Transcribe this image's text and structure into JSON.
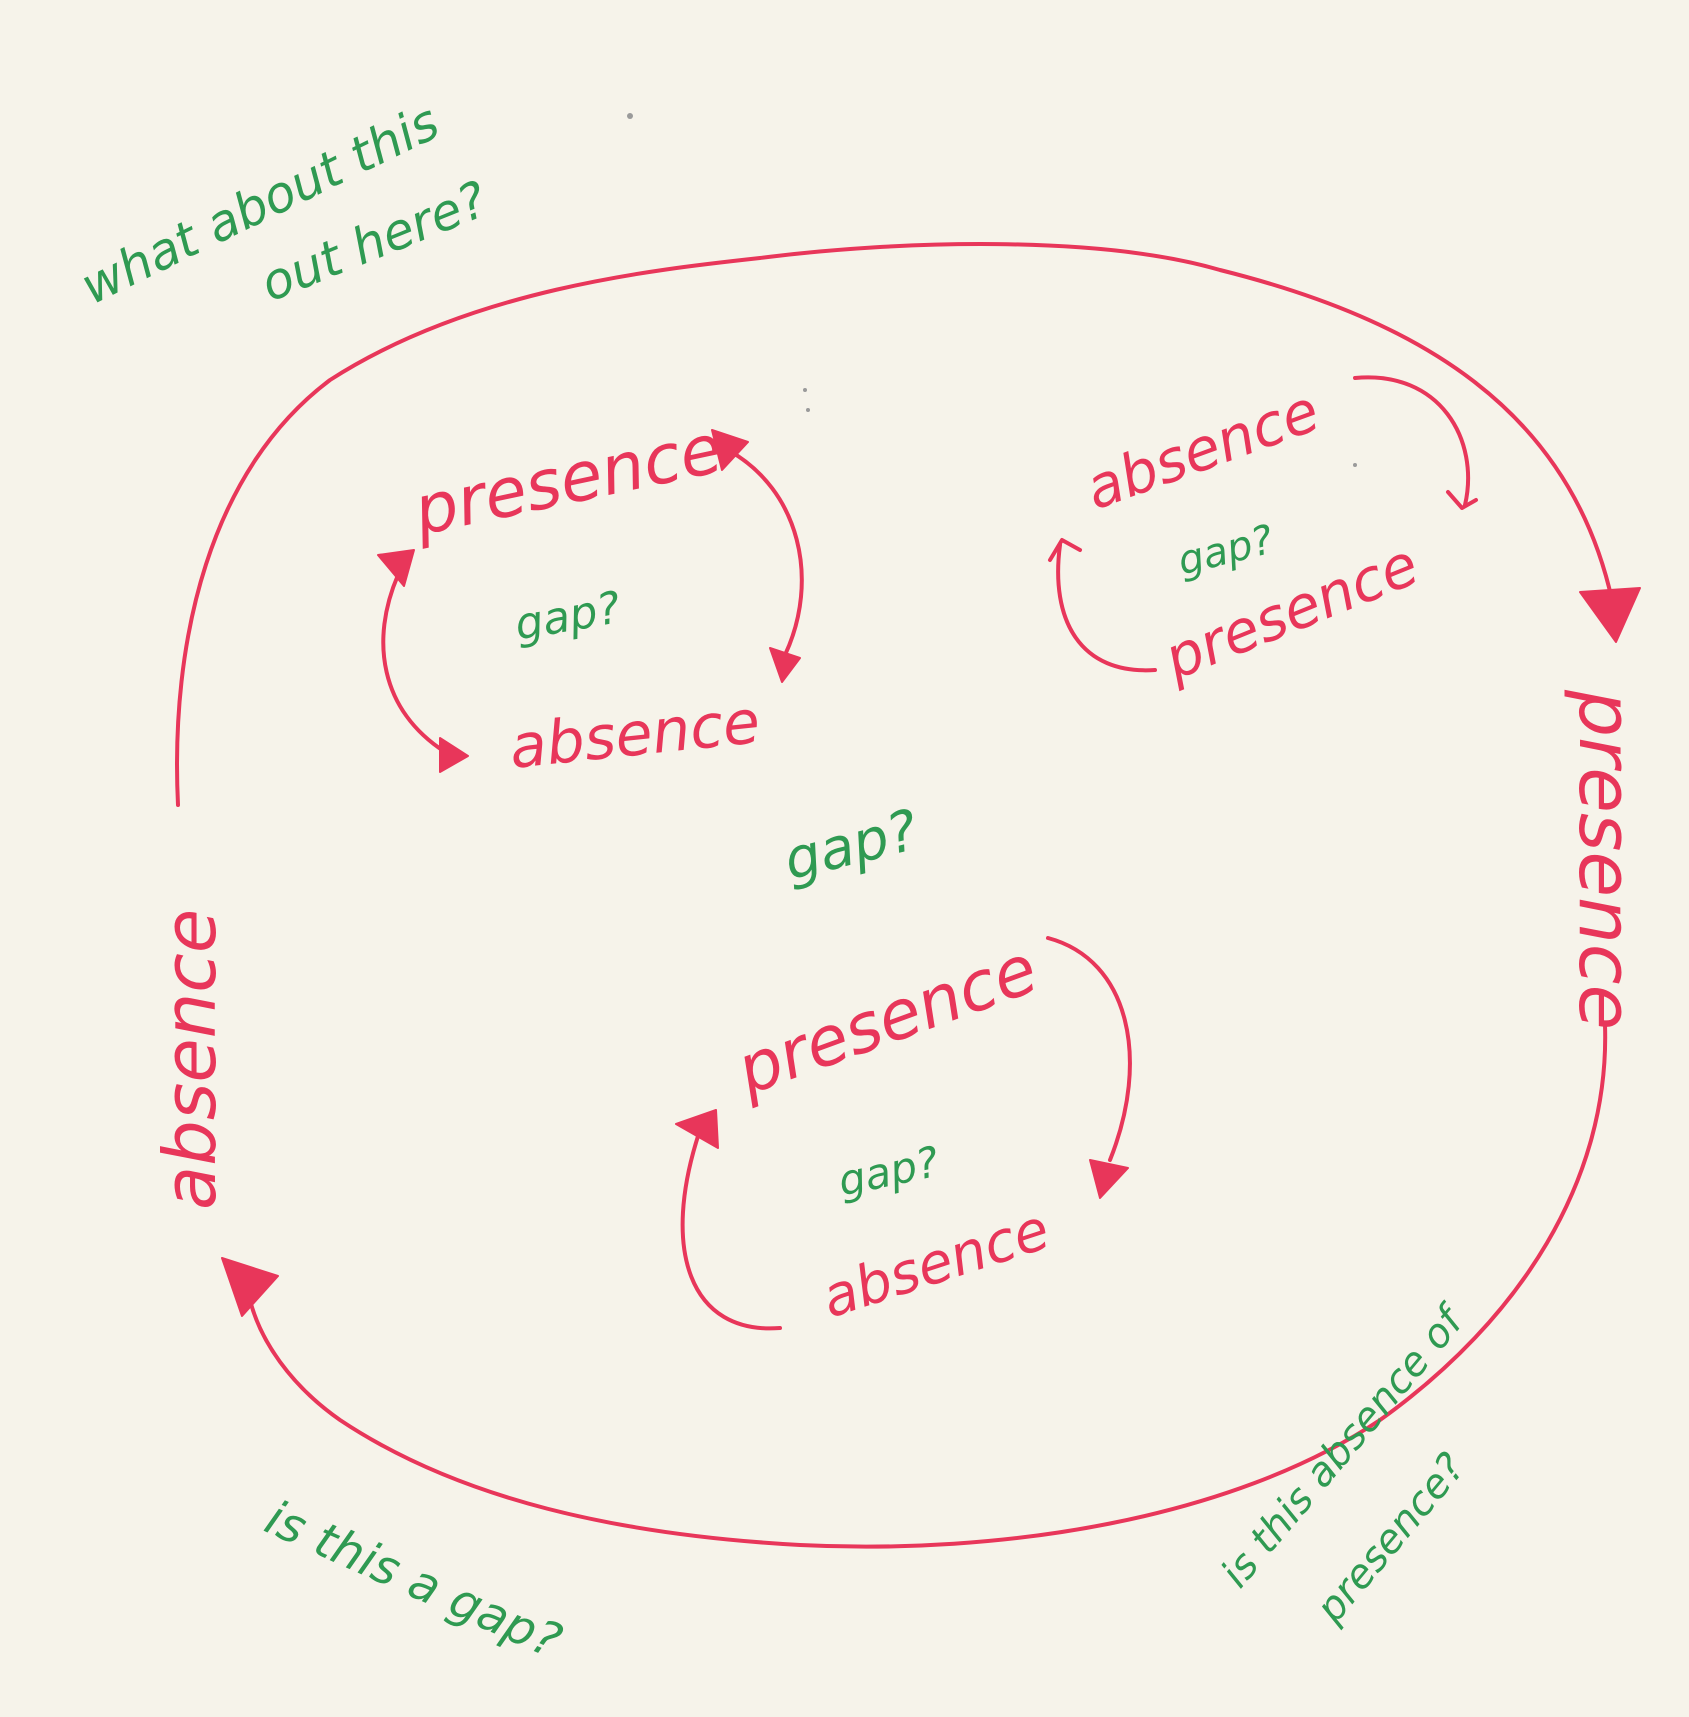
{
  "colors": {
    "paper": "#f6f3ea",
    "red_ink": "#e8365a",
    "green_ink": "#2f9a52"
  },
  "notes": {
    "top_left_line1": "what about this",
    "top_left_line2": "out here?",
    "bottom_left": "is this a gap?",
    "bottom_right_line1": "is this absence of",
    "bottom_right_line2": "presence?"
  },
  "outer_cycle": {
    "left_label": "absence",
    "right_label": "presence",
    "center_note": "gap?"
  },
  "loop_top_left": {
    "top_label": "presence",
    "bottom_label": "absence",
    "note": "gap?"
  },
  "loop_top_right": {
    "top_label": "absence",
    "bottom_label": "presence",
    "note": "gap?"
  },
  "loop_bottom": {
    "top_label": "presence",
    "bottom_label": "absence",
    "note": "gap?"
  }
}
